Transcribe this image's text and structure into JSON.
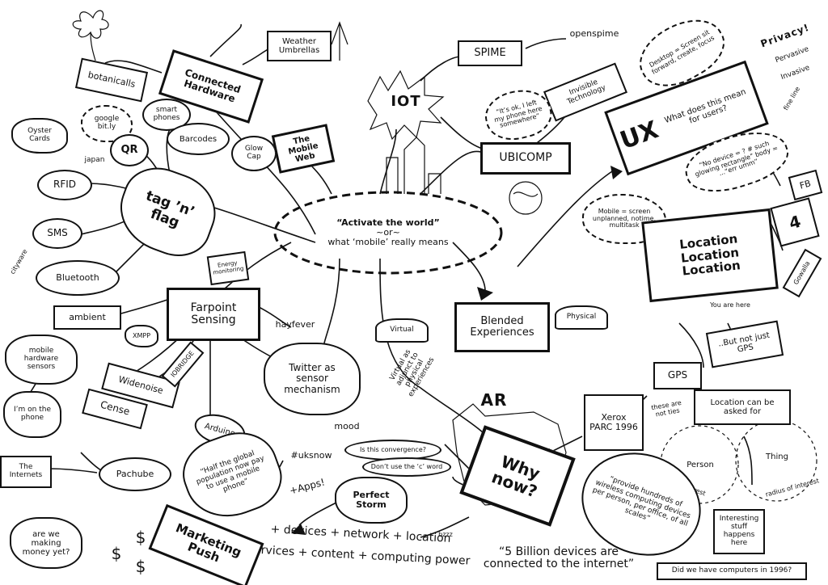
{
  "center": {
    "line1": "“Activate the world”",
    "line2": "~or~",
    "line3": "what ‘mobile’ really means"
  },
  "nodes": {
    "connected_hardware": "Connected Hardware",
    "weather_umbrellas": "Weather Umbrellas",
    "botanicalls": "botanicalls",
    "smartphones": "smart phones",
    "google": "google",
    "bitly": "bit.ly",
    "qr": "QR",
    "barcodes": "Barcodes",
    "oyster_cards": "Oyster Cards",
    "japan": "japan",
    "rfid": "RFID",
    "sms": "SMS",
    "bluetooth": "Bluetooth",
    "cityware": "cityware",
    "tag_n_flag": "tag ’n’ flag",
    "glow_caps": "Glow Cap",
    "mobile_web": "The Mobile Web",
    "iot": "IOT",
    "spime": "SPIME",
    "openspime": "openspime",
    "invisible_tech": "Invisible Technology",
    "phone_note": "“It’s ok, I left my phone here somewhere”",
    "ubicomp": "UBICOMP",
    "desktop": "Desktop = Screen sit forward, create, focus",
    "ux": "UX",
    "ux_question": "What does this mean for users?",
    "privacy": "Privacy!",
    "pervasive": "Pervasive",
    "invasive": "Invasive",
    "fine_line": "fine line",
    "no_device": "“No device = ? # such glowing rectangle” body = ...“err umm”",
    "mobile_screen": "Mobile = screen unplanned, notime, multitask",
    "fb": "FB",
    "foursquare": "4",
    "gowalla": "Gowalla",
    "location": "Location Location Location",
    "you_are_here": "You are here",
    "gps": "GPS",
    "but_not_gps": "..But not just GPS",
    "location_asked": "Location can be asked for",
    "these_are_not_ties": "these are not ties",
    "person": "Person",
    "thing": "Thing",
    "radius_interest_1": "radius of interest",
    "radius_interest_2": "radius of interest",
    "interesting": "Interesting stuff happens here",
    "computers_1996": "Did we have computers in 1996?",
    "xerox": "Xerox PARC 1996",
    "provide": "“provide hundreds of wireless computing devices per person, per office, of all scales”",
    "five_billion": "“5 Billion devices are connected to the internet”",
    "why_now": "Why now?",
    "convergence": "Is this convergence?",
    "dont_use": "Don’t use the ‘c’ word",
    "perfect_storm": "Perfect Storm",
    "equation_1": "+ devices + network + location",
    "equation_2": "+ services + content + computing power",
    "blended": "Blended Experiences",
    "virtual": "Virtual",
    "physical": "Physical",
    "virtual_adjunct": "Virtual as adjunct to physical experiences",
    "ar": "AR",
    "farpoint": "Farpoint Sensing",
    "ambient": "ambient",
    "energy": "Energy monitoring",
    "hayfever": "hayfever",
    "twitter": "Twitter as sensor mechanism",
    "mood": "mood",
    "ukssnow": "#uksnow",
    "apps": "+Apps!",
    "mobile_hw_sensors": "mobile hardware sensors",
    "xmpp": "XMPP",
    "widenoise": "Widenoise",
    "cense": "Cense",
    "iobridge": "IOBRIDGE",
    "arduino": "Arduino",
    "half_pop": "“Half the global population now pay to use a mobile phone”",
    "on_phone": "I’m on the phone",
    "the_internets": "The Internets",
    "pachube": "Pachube",
    "money": "are we making money yet?",
    "marketing": "Marketing Push",
    "dollar_1": "$",
    "dollar_2": "$",
    "dollar_3": "$",
    "buzz": "bzzz"
  }
}
